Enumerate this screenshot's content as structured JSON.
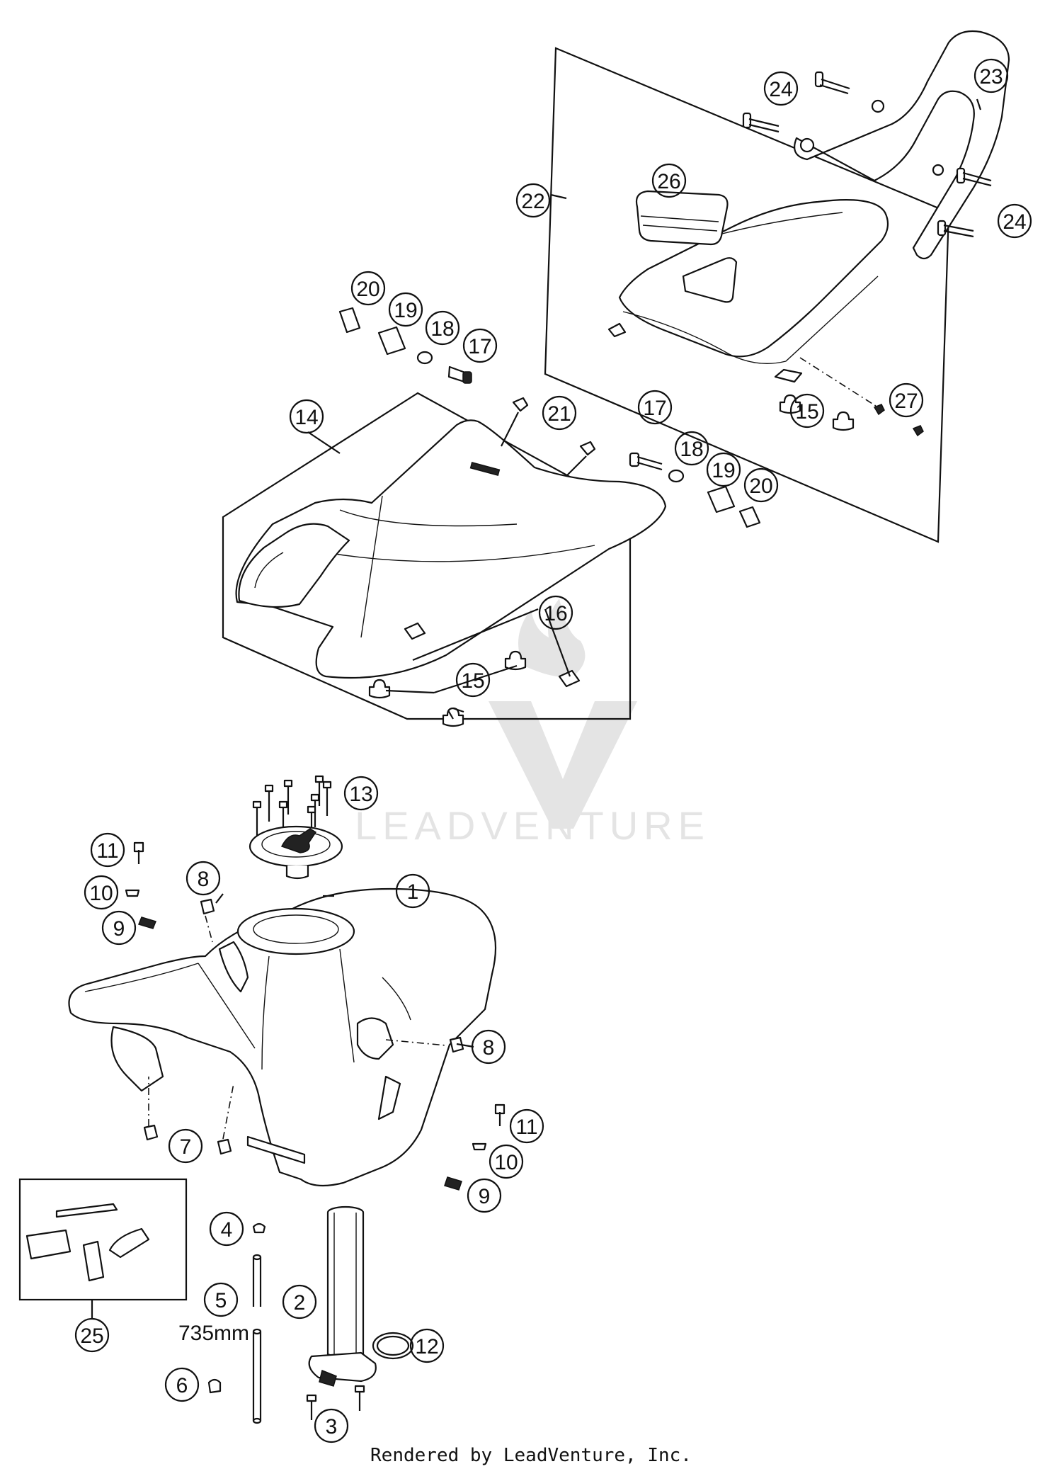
{
  "watermark": {
    "text": "LEADVENTURE"
  },
  "footer": {
    "text": "Rendered by LeadVenture, Inc."
  },
  "callouts": {
    "c1": "1",
    "c2": "2",
    "c3": "3",
    "c4": "4",
    "c5": "5",
    "c6": "6",
    "c7": "7",
    "c8a": "8",
    "c8b": "8",
    "c9a": "9",
    "c9b": "9",
    "c10a": "10",
    "c10b": "10",
    "c11a": "11",
    "c11b": "11",
    "c12": "12",
    "c13": "13",
    "c14": "14",
    "c15a": "15",
    "c15b": "15",
    "c16": "16",
    "c17a": "17",
    "c17b": "17",
    "c18a": "18",
    "c18b": "18",
    "c19a": "19",
    "c19b": "19",
    "c20a": "20",
    "c20b": "20",
    "c21": "21",
    "c22": "22",
    "c23": "23",
    "c24a": "24",
    "c24b": "24",
    "c25": "25",
    "c26": "26",
    "c27": "27"
  },
  "dimension": {
    "hose_length": "735mm"
  }
}
